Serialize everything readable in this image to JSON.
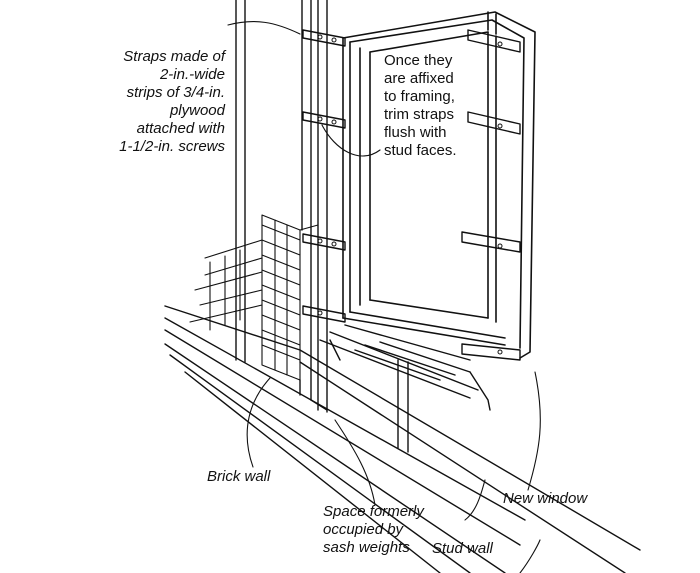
{
  "annotations": {
    "straps_note": "Straps made of\n2-in.-wide\nstrips of 3/4-in.\nplywood\nattached with\n1-1/2-in. screws",
    "trim_note": "Once they\nare affixed\nto framing,\ntrim straps\nflush with\nstud faces.",
    "brick_wall": "Brick wall",
    "space_note": "Space formerly\noccupied by\nsash weights",
    "stud_wall": "Stud wall",
    "new_window": "New window"
  },
  "colors": {
    "ink": "#111111",
    "paper": "#ffffff"
  }
}
